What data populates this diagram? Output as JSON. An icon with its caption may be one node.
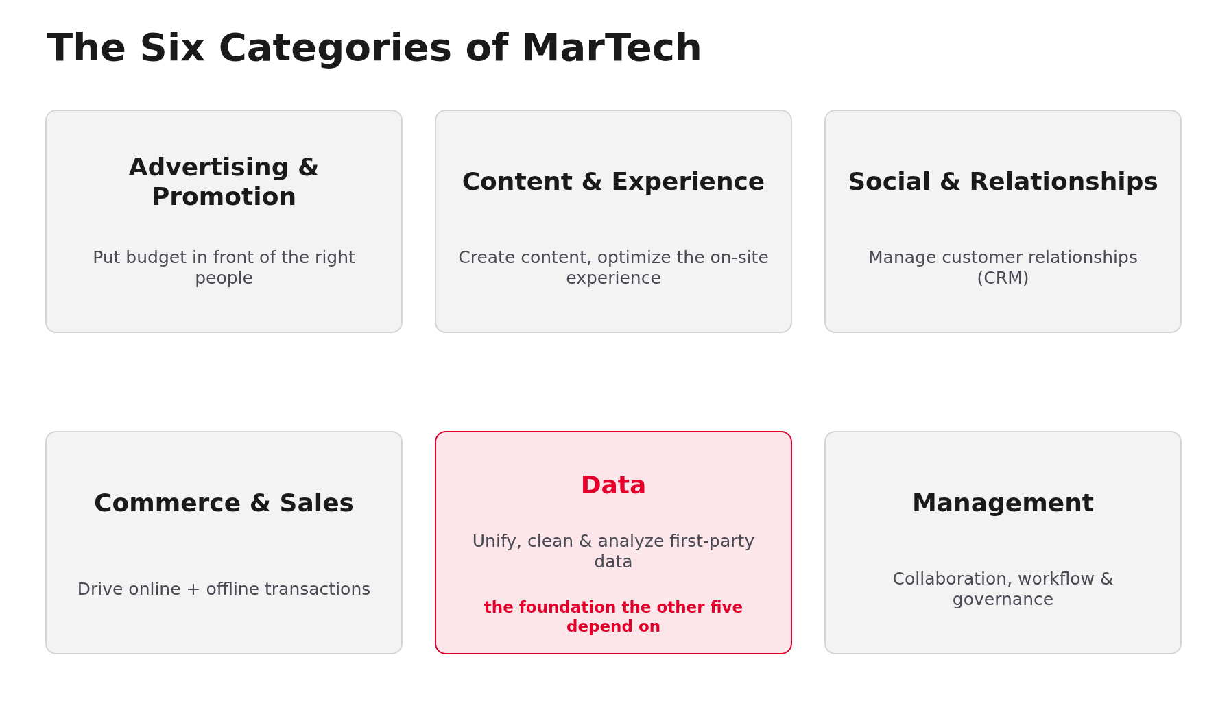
{
  "diagram": {
    "title": "The Six Categories of MarTech",
    "nodes": [
      {
        "text": [
          "Advertising & Promotion",
          "Put budget in front of the right people"
        ]
      },
      {
        "text": [
          "Content & Experience",
          "Create content, optimize the on-site experience"
        ]
      },
      {
        "text": [
          "Social & Relationships",
          "Manage customer relationships (CRM)"
        ]
      },
      {
        "text": [
          "Commerce & Sales",
          "Drive online + offline transactions"
        ]
      },
      {
        "text": [
          "Data",
          "Unify, clean & analyze first-party data",
          "the foundation the other five depend on"
        ]
      },
      {
        "text": [
          "Management",
          "Collaboration, workflow & governance"
        ]
      }
    ],
    "edges": []
  }
}
